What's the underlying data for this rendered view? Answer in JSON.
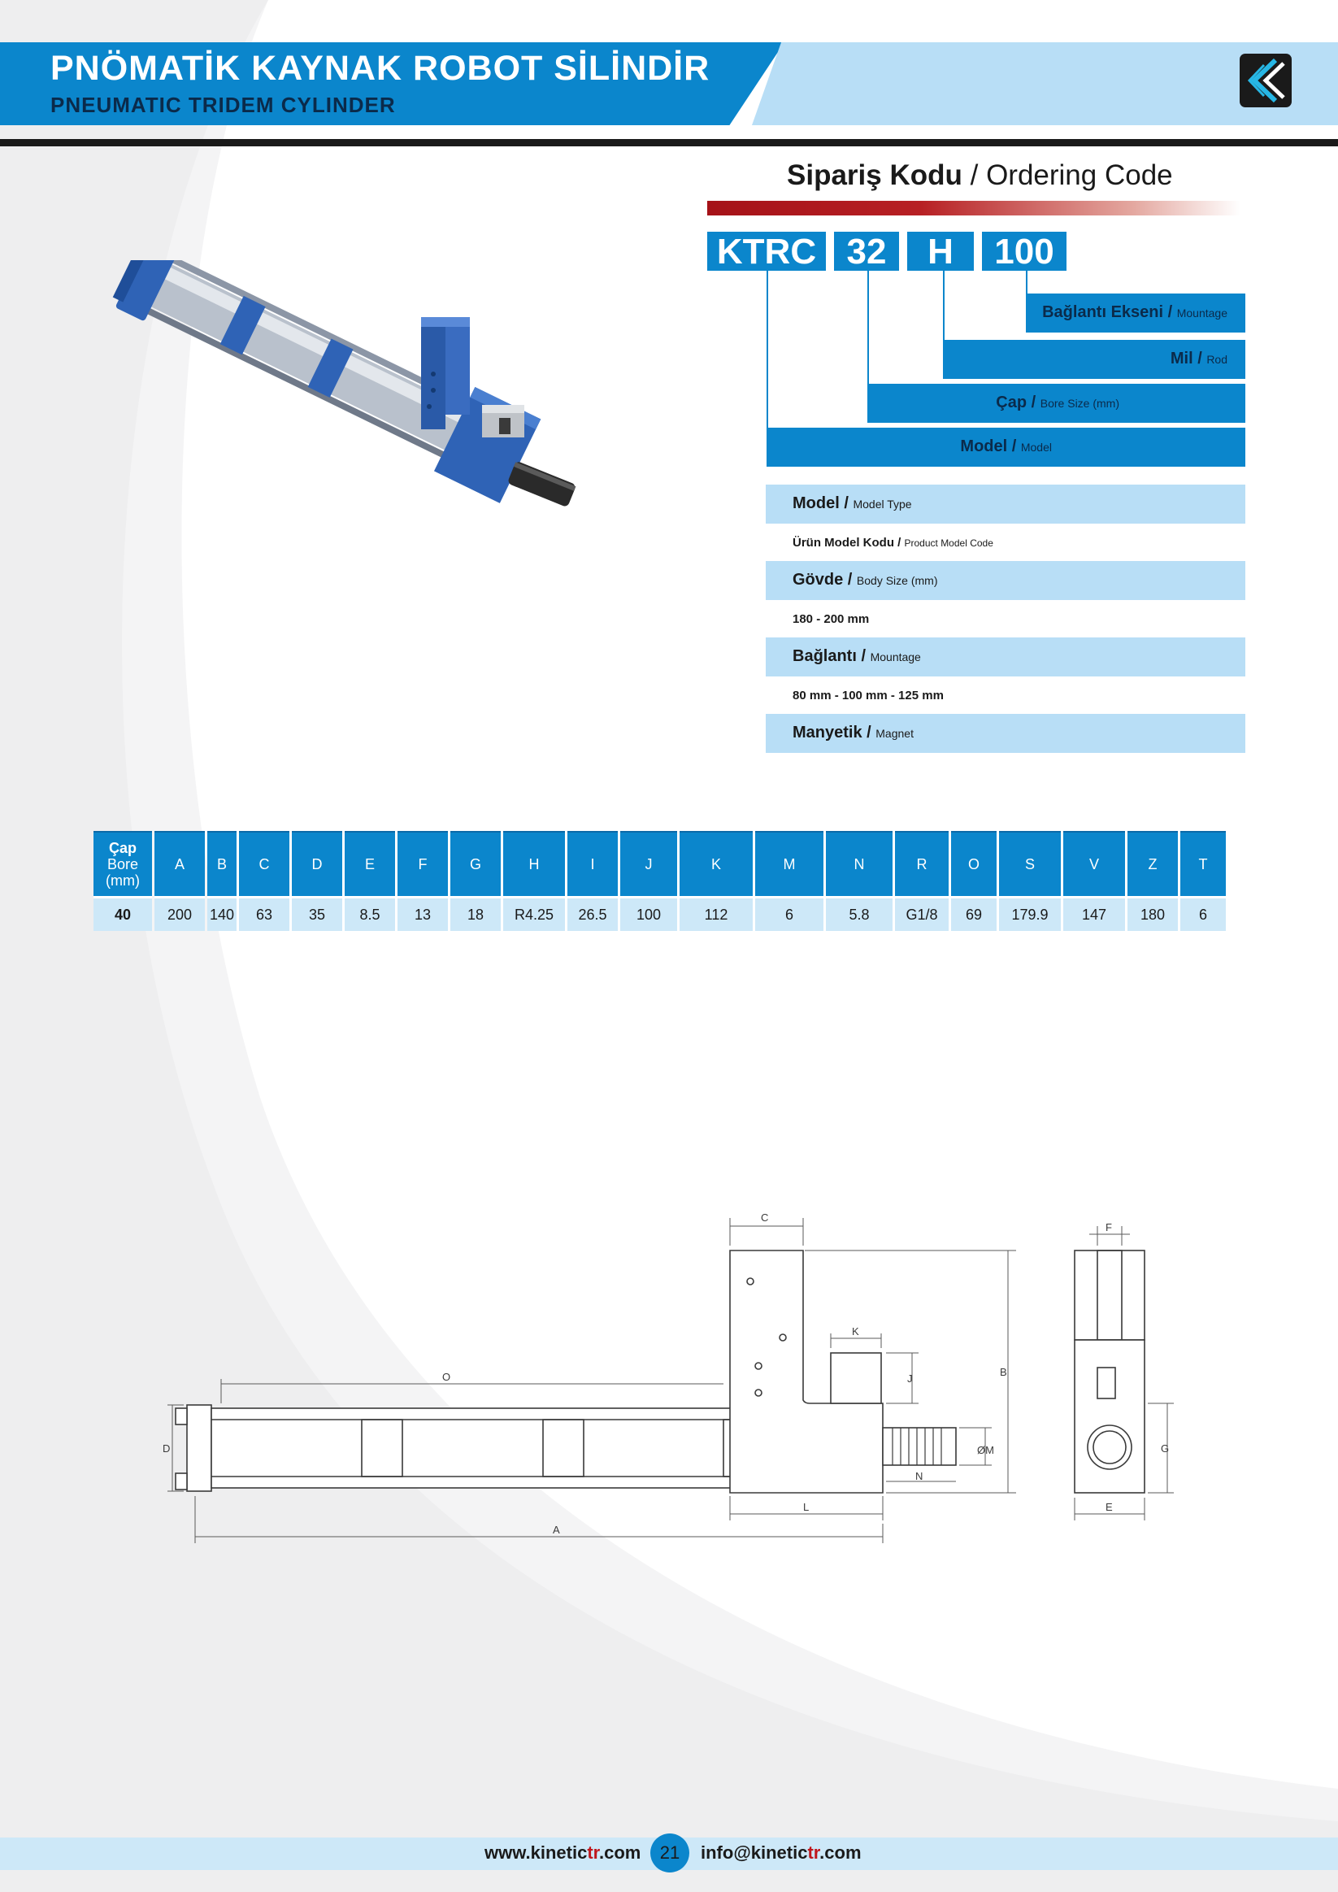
{
  "header": {
    "title": "PNÖMATİK KAYNAK ROBOT SİLİNDİR",
    "subtitle": "PNEUMATIC TRIDEM CYLINDER"
  },
  "ordering": {
    "heading_tr": "Sipariş Kodu",
    "separator": " / ",
    "heading_en": "Ordering Code",
    "codes": [
      "KTRC",
      "32",
      "H",
      "100"
    ],
    "bars": [
      {
        "tr": "Bağlantı Ekseni",
        "en": "Mountage"
      },
      {
        "tr": "Mil",
        "en": "Rod"
      },
      {
        "tr": "Çap",
        "en": "Bore Size (mm)"
      },
      {
        "tr": "Model",
        "en": "Model"
      }
    ],
    "details": [
      {
        "label_tr": "Model",
        "label_en": "Model Type",
        "value_tr": "Ürün Model Kodu",
        "value_en": "Product Model Code"
      },
      {
        "label_tr": "Gövde",
        "label_en": "Body Size (mm)",
        "value": "180 - 200 mm"
      },
      {
        "label_tr": "Bağlantı",
        "label_en": "Mountage",
        "value": "80 mm - 100 mm - 125 mm"
      },
      {
        "label_tr": "Manyetik",
        "label_en": "Magnet"
      }
    ]
  },
  "table": {
    "first_header": [
      "Çap",
      "Bore",
      "(mm)"
    ],
    "headers": [
      "A",
      "B",
      "C",
      "D",
      "E",
      "F",
      "G",
      "H",
      "I",
      "J",
      "K",
      "M",
      "N",
      "R",
      "O",
      "S",
      "V",
      "Z",
      "T"
    ],
    "row": [
      "40",
      "200",
      "140",
      "63",
      "35",
      "8.5",
      "13",
      "18",
      "R4.25",
      "26.5",
      "100",
      "112",
      "6",
      "5.8",
      "G1/8",
      "69",
      "179.9",
      "147",
      "180",
      "6"
    ]
  },
  "drawing_labels": [
    "C",
    "K",
    "J",
    "O",
    "D",
    "B",
    "ØM",
    "N",
    "L",
    "A",
    "F",
    "G",
    "E"
  ],
  "footer": {
    "web_a": "www.kinetic",
    "web_b": "tr",
    "web_c": ".com",
    "page": "21",
    "mail_a": "info@kinetic",
    "mail_b": "tr",
    "mail_c": ".com"
  },
  "colors": {
    "primary": "#0b86cc",
    "light": "#b8def6",
    "accent_red": "#b72024",
    "dark": "#1a1a1a"
  }
}
